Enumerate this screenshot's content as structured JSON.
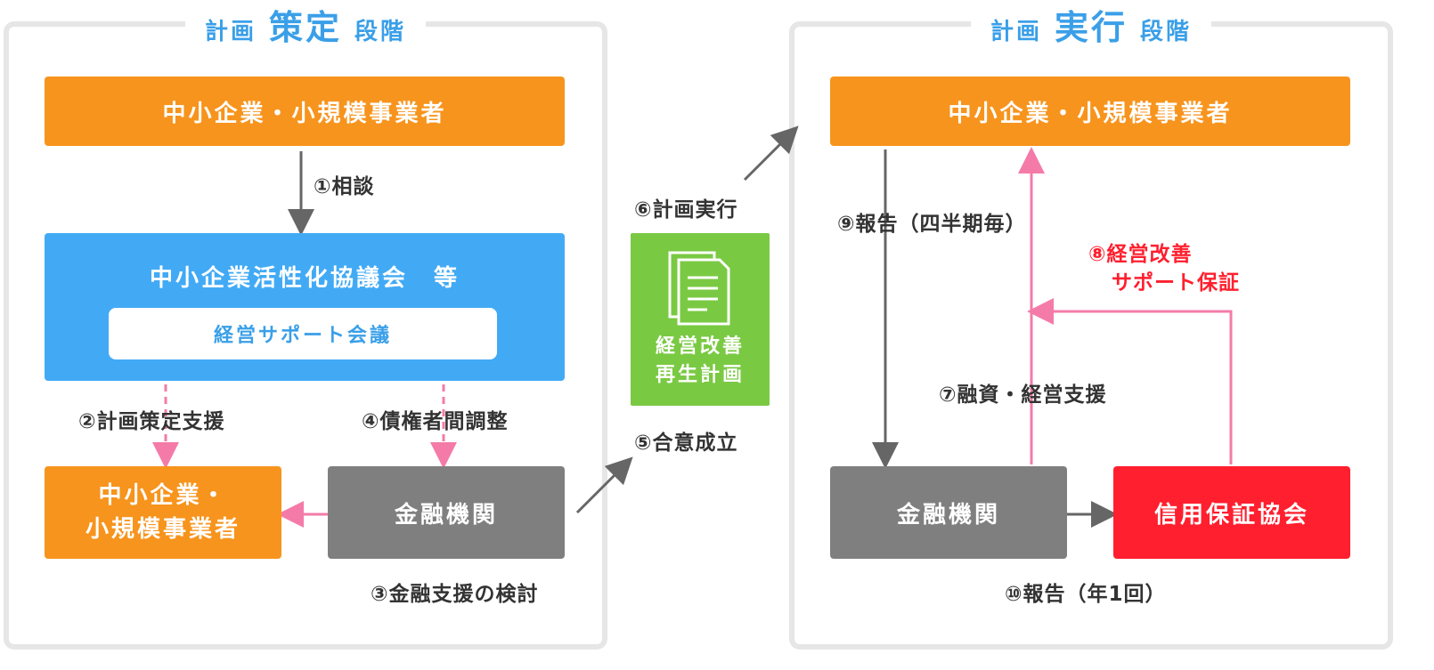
{
  "colors": {
    "panel_border": "#e6e6e6",
    "title_blue": "#3a9fe8",
    "orange": "#f7941d",
    "blue": "#42aaf5",
    "gray": "#7f7f7f",
    "red": "#ff1f2e",
    "green": "#7ac943",
    "pink_arrow": "#f47ba8",
    "gray_arrow": "#666666"
  },
  "left_panel": {
    "title": {
      "part1": "計画",
      "part2": "策定",
      "part3": "段階"
    },
    "top_box": "中小企業・小規模事業者",
    "step1": "①相談",
    "council_box": "中小企業活性化協議会　等",
    "council_inner": "経営サポート会議",
    "step2": "②計画策定支援",
    "step4": "④債権者間調整",
    "bottom_left_box": {
      "line1": "中小企業・",
      "line2": "小規模事業者"
    },
    "bank_box": "金融機関",
    "step3": "③金融支援の検討"
  },
  "center": {
    "step6": "⑥計画実行",
    "plan_box": {
      "line1": "経営改善",
      "line2": "再生計画"
    },
    "plan_icon": "document-icon",
    "step5": "⑤合意成立"
  },
  "right_panel": {
    "title": {
      "part1": "計画",
      "part2": "実行",
      "part3": "段階"
    },
    "top_box": "中小企業・小規模事業者",
    "step9": "⑨報告（四半期毎）",
    "step8": {
      "line1": "⑧経営改善",
      "line2": "サポート保証"
    },
    "step7": "⑦融資・経営支援",
    "bank_box": "金融機関",
    "guarantee_box": "信用保証協会",
    "step10": "⑩報告（年1回）"
  }
}
